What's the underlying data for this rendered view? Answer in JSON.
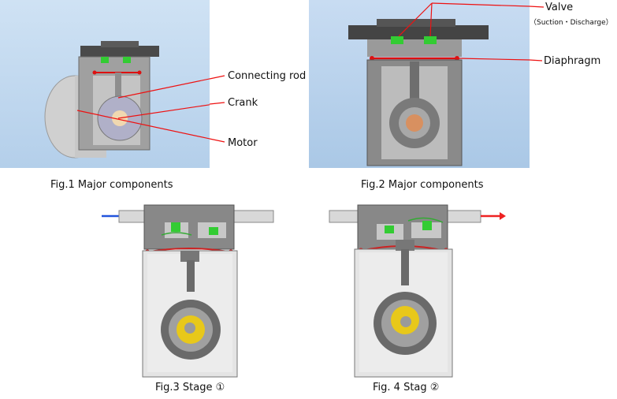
{
  "fig1": {
    "caption": "Fig.1 Major components",
    "labels": {
      "connecting_rod": "Connecting rod",
      "crank": "Crank",
      "motor": "Motor"
    }
  },
  "fig2": {
    "caption": "Fig.2 Major components",
    "labels": {
      "valve": "Valve",
      "valve_note": "（Suction・Discharge）",
      "diaphragm": "Diaphragm"
    }
  },
  "fig3": {
    "caption": "Fig.3 Stage ①"
  },
  "fig4": {
    "caption": "Fig. 4 Stag ②"
  },
  "colors": {
    "panel_bg": "#bcd6ee",
    "body_gray": "#8a8a8a",
    "valve_green": "#33cc33",
    "seal_red": "#dd1111",
    "crank_yellow": "#e8c81a",
    "flow_blue": "#2255dd",
    "flow_red": "#ee2222"
  }
}
